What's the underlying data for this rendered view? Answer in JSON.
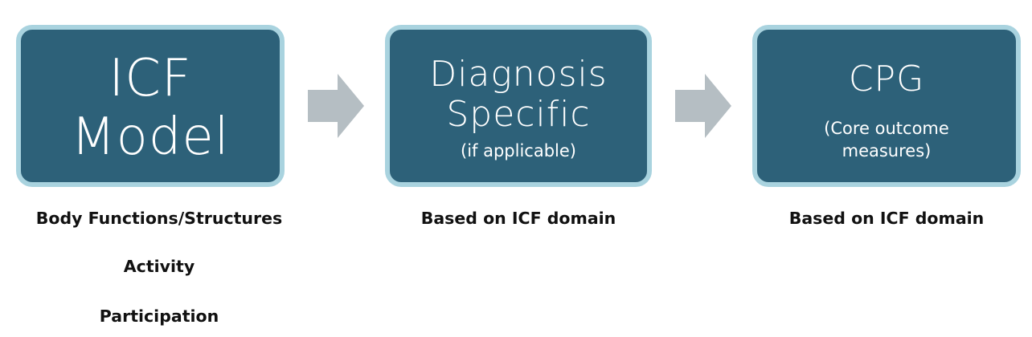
{
  "boxes": {
    "icf": {
      "line1": "ICF",
      "line2": "Model"
    },
    "diagnosis": {
      "line1": "Diagnosis",
      "line2": "Specific",
      "sub": "(if applicable)"
    },
    "cpg": {
      "line1": "CPG",
      "sub1": "(Core outcome",
      "sub2": "measures)"
    }
  },
  "captions": {
    "icf": [
      "Body Functions/Structures",
      "Activity",
      "Participation"
    ],
    "diagnosis": "Based on ICF domain",
    "cpg": "Based on ICF domain"
  },
  "colors": {
    "box_fill": "#2d6179",
    "box_border": "#a9d3df",
    "arrow": "#b5bec3",
    "caption_text": "#111111"
  },
  "icons": [
    "arrow-right-icon",
    "arrow-right-icon"
  ]
}
